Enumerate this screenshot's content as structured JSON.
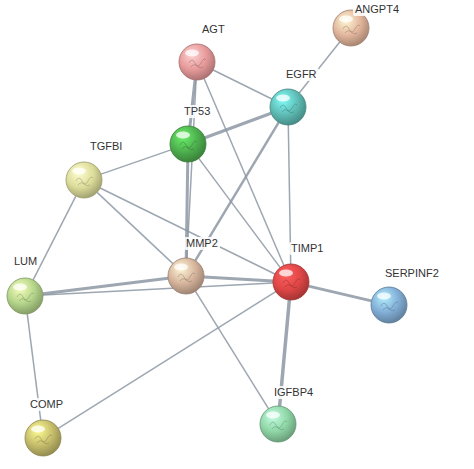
{
  "diagram": {
    "nodes": [
      {
        "text": [
          "AGT"
        ]
      },
      {
        "text": [
          "ANGPT4"
        ]
      },
      {
        "text": [
          "EGFR"
        ]
      },
      {
        "text": [
          "TP53"
        ]
      },
      {
        "text": [
          "TGFBI"
        ]
      },
      {
        "text": [
          "MMP2"
        ]
      },
      {
        "text": [
          "TIMP1"
        ]
      },
      {
        "text": [
          "LUM"
        ]
      },
      {
        "text": [
          "SERPINF2"
        ]
      },
      {
        "text": [
          "COMP"
        ]
      },
      {
        "text": [
          "IGFBP4"
        ]
      }
    ],
    "edges": [
      {
        "from": 0,
        "to": 2,
        "arrow": "none"
      },
      {
        "from": 0,
        "to": 3,
        "arrow": "none"
      },
      {
        "from": 0,
        "to": 5,
        "arrow": "none"
      },
      {
        "from": 0,
        "to": 6,
        "arrow": "none"
      },
      {
        "from": 1,
        "to": 2,
        "arrow": "none"
      },
      {
        "from": 2,
        "to": 3,
        "arrow": "none"
      },
      {
        "from": 2,
        "to": 5,
        "arrow": "none"
      },
      {
        "from": 2,
        "to": 6,
        "arrow": "none"
      },
      {
        "from": 3,
        "to": 5,
        "arrow": "none"
      },
      {
        "from": 3,
        "to": 6,
        "arrow": "none"
      },
      {
        "from": 3,
        "to": 4,
        "arrow": "none"
      },
      {
        "from": 4,
        "to": 5,
        "arrow": "none"
      },
      {
        "from": 4,
        "to": 6,
        "arrow": "none"
      },
      {
        "from": 4,
        "to": 7,
        "arrow": "none"
      },
      {
        "from": 7,
        "to": 5,
        "arrow": "none"
      },
      {
        "from": 7,
        "to": 6,
        "arrow": "none"
      },
      {
        "from": 7,
        "to": 9,
        "arrow": "none"
      },
      {
        "from": 5,
        "to": 6,
        "arrow": "none"
      },
      {
        "from": 5,
        "to": 10,
        "arrow": "none"
      },
      {
        "from": 9,
        "to": 6,
        "arrow": "none"
      },
      {
        "from": 6,
        "to": 8,
        "arrow": "none"
      },
      {
        "from": 6,
        "to": 10,
        "arrow": "none"
      }
    ]
  }
}
